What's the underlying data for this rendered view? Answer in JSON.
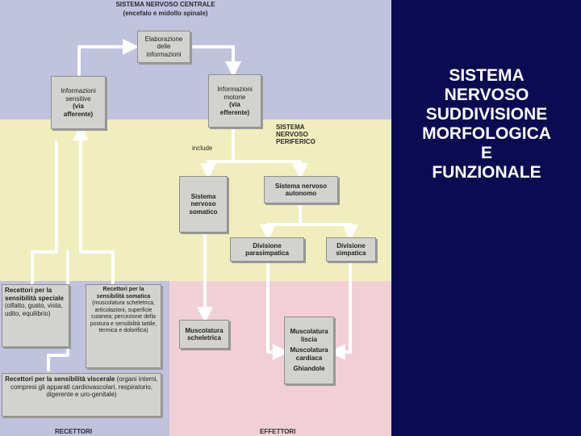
{
  "colors": {
    "background": "#0b0b52",
    "zone_cns": "#c0c2de",
    "zone_pns": "#f0eebd",
    "zone_receptors": "#c0c2de",
    "zone_effectors": "#f1cfd6",
    "box_fill": "#d2d2cf",
    "arrow": "#ffffff",
    "title_text": "#ffffff"
  },
  "title_lines": [
    "SISTEMA",
    "NERVOSO",
    "SUDDIVISIONE",
    "MORFOLOGICA",
    "E",
    "FUNZIONALE"
  ],
  "diagram": {
    "cns": {
      "title": "SISTEMA NERVOSO CENTRALE",
      "subtitle": "(encefalo e midollo spinale)"
    },
    "pns": {
      "label_lines": [
        "SISTEMA",
        "NERVOSO",
        "PERIFERICO"
      ],
      "include_label": "include"
    },
    "boxes": {
      "elaborazione": [
        "Elaborazione",
        "delle",
        "informazioni"
      ],
      "info_sensitive": [
        "Informazioni",
        "sensitive",
        "(via",
        "afferente)"
      ],
      "info_motorie": [
        "Informazioni",
        "motorie",
        "(via",
        "efferente)"
      ],
      "somatico": [
        "Sistema",
        "nervoso",
        "somatico"
      ],
      "autonomo": [
        "Sistema nervoso",
        "autonomo"
      ],
      "parasimpatica": [
        "Divisione",
        "parasimpatica"
      ],
      "simpatica": [
        "Divisione",
        "simpatica"
      ],
      "recettori_speciale": {
        "bold": "Recettori per la sensibilità speciale",
        "text": "(olfatto, gusto, vista, udito, equilibrio)"
      },
      "recettori_somatica": {
        "bold": "Recettori per la sensibilità somatica",
        "text": "(muscolatura scheletrica, articolazioni, superficie cutanea; percezione della postura e sensibilità tattile, termica e dolorifica)"
      },
      "recettori_viscerale": {
        "bold": "Recettori per la sensibilità viscerale",
        "text": "(organi interni, compresi gli apparati cardiovascolari, respiratorio, digerente e uro-genitale)"
      },
      "muscolatura_scheletrica": [
        "Muscolatura",
        "scheletrica"
      ],
      "effettori_autonomi": [
        "Muscolatura",
        "liscia",
        "Muscolatura",
        "cardiaca",
        "Ghiandole"
      ]
    },
    "recettori_label": "RECETTORI",
    "effettori_label": "EFFETTORI"
  }
}
